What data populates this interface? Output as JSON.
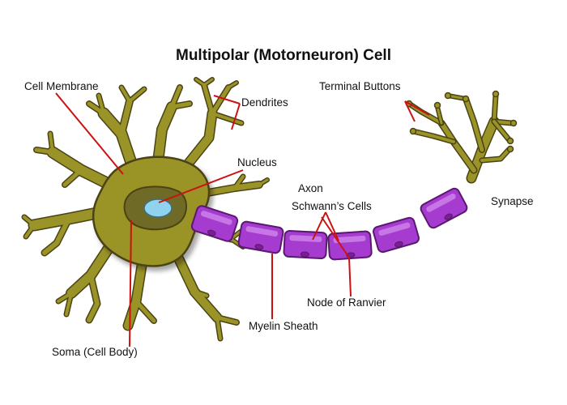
{
  "title": "Multipolar (Motorneuron) Cell",
  "labels": {
    "cell_membrane": "Cell Membrane",
    "dendrites": "Dendrites",
    "nucleus": "Nucleus",
    "axon": "Axon",
    "schwanns_cells": "Schwann’s Cells",
    "terminal_buttons": "Terminal Buttons",
    "synapse": "Synapse",
    "node_of_ranvier": "Node of Ranvier",
    "myelin_sheath": "Myelin Sheath",
    "soma": "Soma (Cell Body)"
  },
  "colors": {
    "cell_fill": "#9a9328",
    "cell_outline": "#4b4314",
    "nucleus_fill": "#6f6a26",
    "nucleolus_fill": "#8fd3ee",
    "myelin_fill": "#a53ccf",
    "myelin_light": "#d58ef0",
    "myelin_outline": "#5a1870",
    "leader_line": "#cc1111"
  }
}
